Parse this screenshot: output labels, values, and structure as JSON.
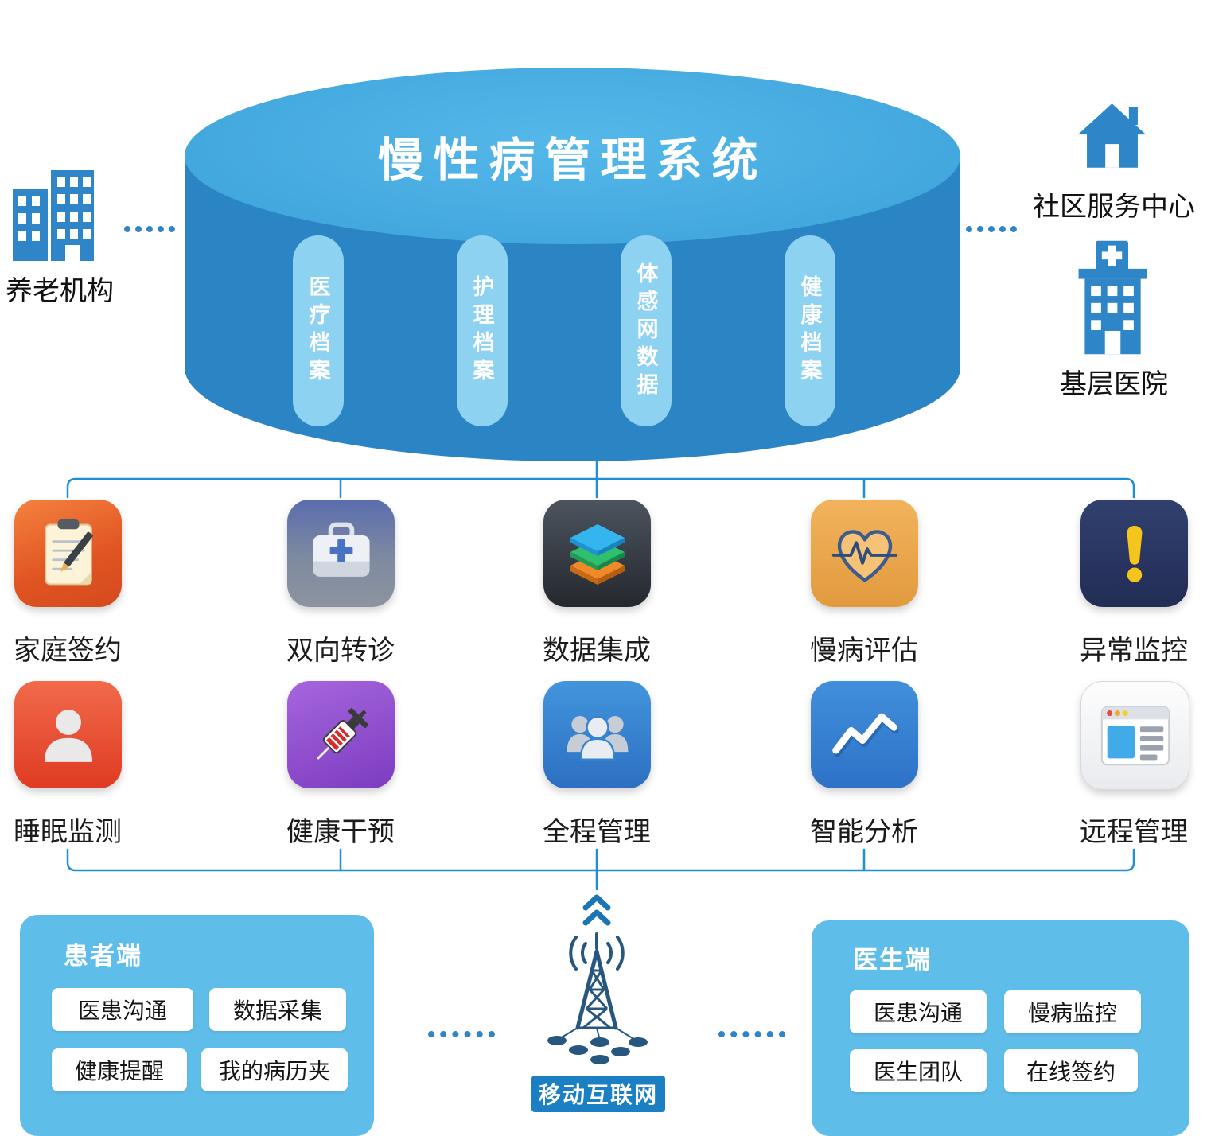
{
  "system": {
    "title": "慢性病管理系统"
  },
  "database": {
    "segments": [
      {
        "label": "医疗档案"
      },
      {
        "label": "护理档案"
      },
      {
        "label": "体感网数据"
      },
      {
        "label": "健康档案"
      }
    ]
  },
  "partners": {
    "left": {
      "label": "养老机构",
      "icon": "building-icon"
    },
    "right_top": {
      "label": "社区服务中心",
      "icon": "house-icon"
    },
    "right_bottom": {
      "label": "基层医院",
      "icon": "hospital-icon"
    }
  },
  "modules": {
    "row1": [
      {
        "label": "家庭签约",
        "icon": "clipboard-pencil-icon"
      },
      {
        "label": "双向转诊",
        "icon": "medical-kit-icon"
      },
      {
        "label": "数据集成",
        "icon": "stacked-layers-icon"
      },
      {
        "label": "慢病评估",
        "icon": "heart-ecg-icon"
      },
      {
        "label": "异常监控",
        "icon": "exclamation-icon"
      }
    ],
    "row2": [
      {
        "label": "睡眠监测",
        "icon": "person-icon"
      },
      {
        "label": "健康干预",
        "icon": "syringe-icon"
      },
      {
        "label": "全程管理",
        "icon": "people-group-icon"
      },
      {
        "label": "智能分析",
        "icon": "line-chart-icon"
      },
      {
        "label": "远程管理",
        "icon": "browser-window-icon"
      }
    ]
  },
  "patient_panel": {
    "title": "患者端",
    "items": [
      "医患沟通",
      "数据采集",
      "健康提醒",
      "我的病历夹"
    ]
  },
  "doctor_panel": {
    "title": "医生端",
    "items": [
      "医患沟通",
      "慢病监控",
      "医生团队",
      "在线签约"
    ]
  },
  "network": {
    "label": "移动互联网",
    "icon": "signal-tower-icon"
  },
  "colors": {
    "cylinder_top": "#47ade2",
    "cylinder_body": "#2b85c5",
    "pill": "#8ed2f1",
    "connector": "#1e8fd5",
    "panel": "#5fbde9",
    "partner_icon": "#2e86c8",
    "network_label_bg": "#1b7fc4"
  }
}
